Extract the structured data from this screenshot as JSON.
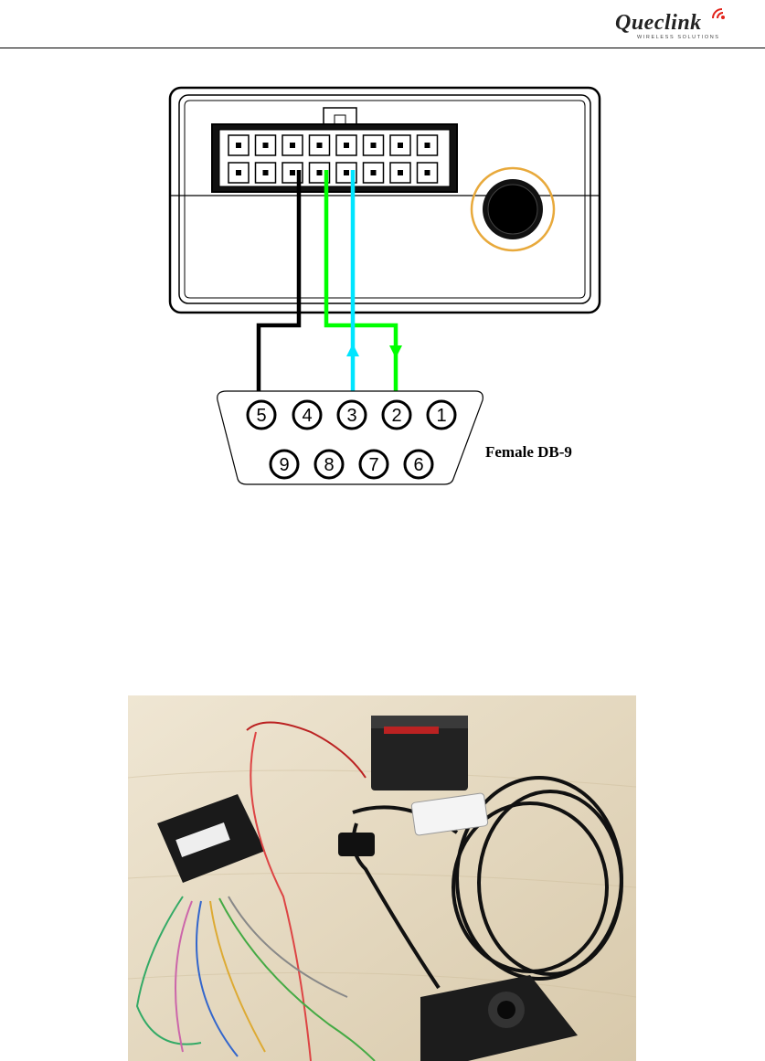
{
  "header": {
    "logo_text": "Queclink",
    "logo_subtitle": "WIRELESS SOLUTIONS"
  },
  "diagram": {
    "db9_label": "Female DB-9",
    "pins_top": [
      "5",
      "4",
      "3",
      "2",
      "1"
    ],
    "pins_bottom": [
      "9",
      "8",
      "7",
      "6"
    ],
    "wire_colors": {
      "ground": "#000000",
      "tx": "#00ff00",
      "rx": "#00e5ff"
    },
    "button_ring_color": "#e8a93b"
  },
  "photo": {
    "description_name": "device-wiring-photo"
  }
}
